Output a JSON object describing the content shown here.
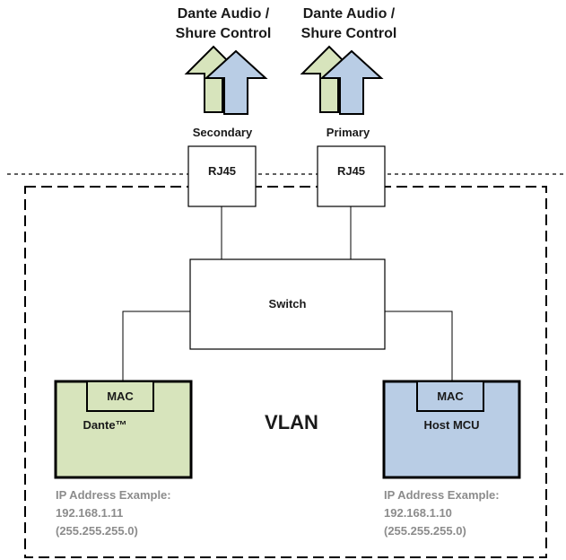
{
  "arrows": {
    "left_label_line1": "Dante Audio /",
    "left_label_line2": "Shure Control",
    "right_label_line1": "Dante Audio /",
    "right_label_line2": "Shure Control"
  },
  "ports": {
    "secondary_label": "Secondary",
    "primary_label": "Primary",
    "secondary_jack": "RJ45",
    "primary_jack": "RJ45"
  },
  "switch_label": "Switch",
  "vlan_label": "VLAN",
  "dante": {
    "mac": "MAC",
    "name": "Dante™",
    "ip_heading": "IP Address Example:",
    "ip": "192.168.1.11",
    "mask": "(255.255.255.0)"
  },
  "host": {
    "mac": "MAC",
    "name": "Host MCU",
    "ip_heading": "IP Address Example:",
    "ip": "192.168.1.10",
    "mask": "(255.255.255.0)"
  },
  "colors": {
    "dante_fill": "#d7e4bc",
    "host_fill": "#b9cde5",
    "green_arrow": "#d7e4bc",
    "blue_arrow": "#b9cde5",
    "line": "#000000",
    "ip_text": "#8c8c8c"
  }
}
